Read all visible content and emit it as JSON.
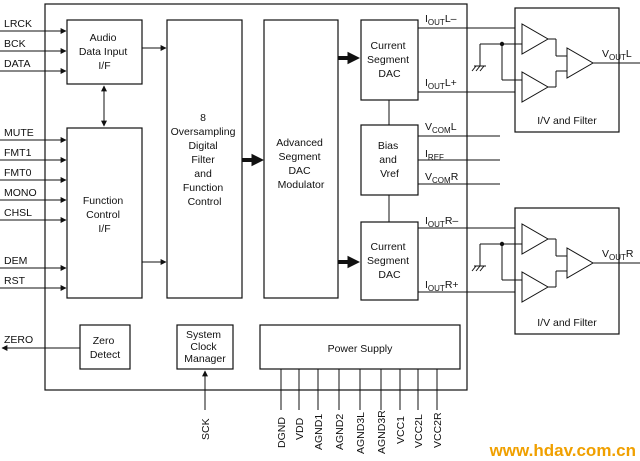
{
  "inputs_left": {
    "lrck": "LRCK",
    "bck": "BCK",
    "data": "DATA",
    "mute": "MUTE",
    "fmt1": "FMT1",
    "fmt0": "FMT0",
    "mono": "MONO",
    "chsl": "CHSL",
    "dem": "DEM",
    "rst": "RST",
    "zero": "ZERO"
  },
  "blocks": {
    "audio_if": [
      "Audio",
      "Data Input",
      "I/F"
    ],
    "function_if": [
      "Function",
      "Control",
      "I/F"
    ],
    "filter": [
      "8",
      "Oversampling",
      "Digital",
      "Filter",
      "and",
      "Function",
      "Control"
    ],
    "modulator": [
      "Advanced",
      "Segment",
      "DAC",
      "Modulator"
    ],
    "dac_l": [
      "Current",
      "Segment",
      "DAC"
    ],
    "dac_r": [
      "Current",
      "Segment",
      "DAC"
    ],
    "bias": [
      "Bias",
      "and",
      "Vref"
    ],
    "zero_detect": [
      "Zero",
      "Detect"
    ],
    "clock_mgr": [
      "System",
      "Clock",
      "Manager"
    ],
    "power": "Power Supply",
    "iv_l": "I/V and Filter",
    "iv_r": "I/V and Filter"
  },
  "signals": {
    "ioutl_minus": {
      "main": "I",
      "sub": "OUT",
      "suffix": "L–"
    },
    "ioutl_plus": {
      "main": "I",
      "sub": "OUT",
      "suffix": "L+"
    },
    "vcoml": {
      "main": "V",
      "sub": "COM",
      "suffix": "L"
    },
    "iref": {
      "main": "I",
      "sub": "REF",
      "suffix": ""
    },
    "vcomr": {
      "main": "V",
      "sub": "COM",
      "suffix": "R"
    },
    "ioutr_minus": {
      "main": "I",
      "sub": "OUT",
      "suffix": "R–"
    },
    "ioutr_plus": {
      "main": "I",
      "sub": "OUT",
      "suffix": "R+"
    },
    "voutl": {
      "main": "V",
      "sub": "OUT",
      "suffix": "L"
    },
    "voutr": {
      "main": "V",
      "sub": "OUT",
      "suffix": "R"
    }
  },
  "bottom_pins": {
    "sck": "SCK",
    "dgnd": "DGND",
    "vdd": "VDD",
    "agnd1": "AGND1",
    "agnd2": "AGND2",
    "agnd3l": "AGND3L",
    "agnd3r": "AGND3R",
    "vcc1": "VCC1",
    "vcc2l": "VCC2L",
    "vcc2r": "VCC2R"
  },
  "watermark": "www.hdav.com.cn"
}
